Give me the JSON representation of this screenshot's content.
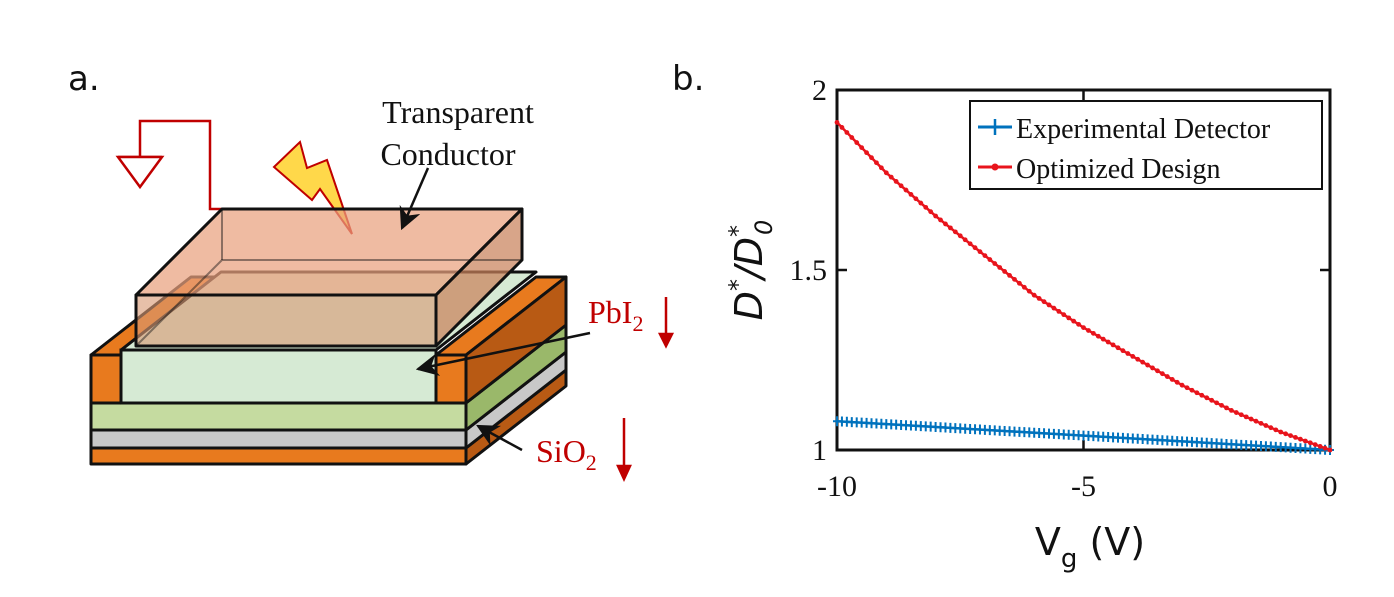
{
  "panel_a": {
    "panel_label": "a.",
    "label_conductor_line1": "Transparent",
    "label_conductor_line2": "Conductor",
    "label_pbi2_base": "PbI",
    "label_pbi2_sub": "2",
    "label_sio2_base": "SiO",
    "label_sio2_sub": "2",
    "colors": {
      "conductor_fill": "#e9a17e",
      "orange": "#e87a1e",
      "orange_dark": "#b85a14",
      "green": "#c5dba0",
      "green_light": "#d6ead4",
      "gray": "#c8c8c8",
      "red": "#c00000",
      "bolt": "#ffd84a"
    }
  },
  "panel_b": {
    "panel_label": "b.",
    "ylabel_base": "D",
    "ylabel_sup": "*",
    "ylabel_slash": "/",
    "ylabel_sub": "0",
    "xlabel_base": "V",
    "xlabel_sub": "g",
    "xlabel_unit": " (V)"
  },
  "chart_data": {
    "type": "line",
    "xlabel": "Vg (V)",
    "ylabel": "D*/D*0",
    "xlim": [
      -10,
      0
    ],
    "ylim": [
      1,
      2
    ],
    "xticks": [
      -10,
      -5,
      0
    ],
    "xtick_labels": [
      "-10",
      "-5",
      "0"
    ],
    "yticks": [
      1,
      1.5,
      2
    ],
    "ytick_labels": [
      "1",
      "1.5",
      "2"
    ],
    "grid": false,
    "legend_position": "top-right",
    "series": [
      {
        "name": "Experimental Detector",
        "color": "#0072bd",
        "marker": "+",
        "x": [
          -10,
          -9,
          -8,
          -7,
          -6,
          -5,
          -4,
          -3,
          -2,
          -1,
          0
        ],
        "y": [
          1.08,
          1.072,
          1.064,
          1.056,
          1.048,
          1.04,
          1.032,
          1.024,
          1.016,
          1.008,
          1.0
        ]
      },
      {
        "name": "Optimized Design",
        "color": "#e8141c",
        "marker": ".",
        "x": [
          -10,
          -9,
          -8,
          -7,
          -6,
          -5,
          -4,
          -3,
          -2,
          -1,
          0
        ],
        "y": [
          1.91,
          1.77,
          1.65,
          1.54,
          1.43,
          1.34,
          1.26,
          1.18,
          1.11,
          1.05,
          1.0
        ]
      }
    ]
  }
}
